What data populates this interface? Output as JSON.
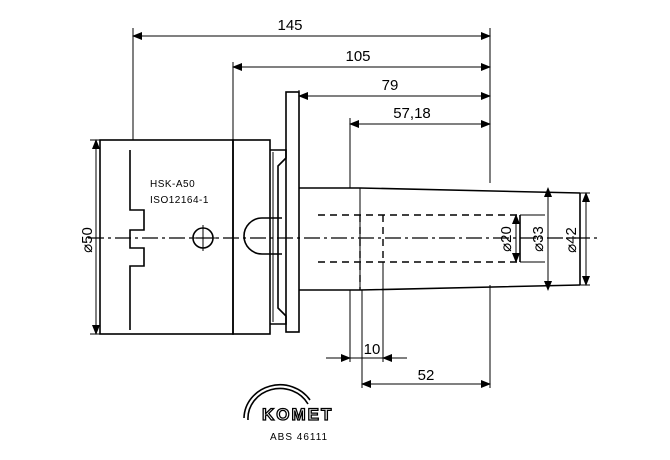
{
  "dimensions": {
    "overall_length": "145",
    "flange_to_tip": "105",
    "shank_length": "79",
    "bore_depth": "57,18",
    "step_length": "10",
    "taper_length": "52",
    "diameter_body": "⌀50",
    "diameter_bore": "⌀20",
    "diameter_taper_small": "⌀33",
    "diameter_taper_large": "⌀42"
  },
  "interface": {
    "line1": "HSK-A50",
    "line2": "ISO12164-1"
  },
  "brand": {
    "logo_text": "KOMET",
    "reference": "ABS 46111"
  }
}
